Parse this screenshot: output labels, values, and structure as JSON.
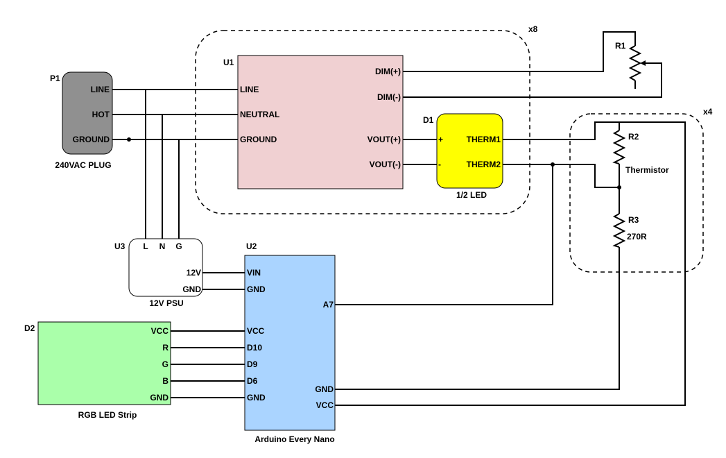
{
  "groups": {
    "group_u1": {
      "multiplier": "x8"
    },
    "group_r2": {
      "multiplier": "x4"
    }
  },
  "p1": {
    "ref": "P1",
    "pins": [
      "LINE",
      "HOT",
      "GROUND"
    ],
    "caption": "240VAC PLUG",
    "fill": "#909090"
  },
  "u1": {
    "ref": "U1",
    "left_pins": [
      "LINE",
      "NEUTRAL",
      "GROUND"
    ],
    "right_pins": [
      "DIM(+)",
      "DIM(-)",
      "VOUT(+)",
      "VOUT(-)"
    ],
    "fill": "#f0d0d2"
  },
  "d1": {
    "ref": "D1",
    "polarity": [
      "+",
      "-"
    ],
    "pins": [
      "THERM1",
      "THERM2"
    ],
    "caption": "1/2 LED",
    "fill": "#ffff00"
  },
  "r1": {
    "ref": "R1"
  },
  "r2": {
    "ref": "R2",
    "value": "Thermistor"
  },
  "r3": {
    "ref": "R3",
    "value": "270R"
  },
  "u3": {
    "ref": "U3",
    "top_pins": [
      "L",
      "N",
      "G"
    ],
    "right_pins": [
      "12V",
      "GND"
    ],
    "caption": "12V PSU",
    "fill": "#ffffff"
  },
  "u2": {
    "ref": "U2",
    "left_pins": [
      "VIN",
      "GND",
      "VCC",
      "D10",
      "D9",
      "D6",
      "GND"
    ],
    "right_pins": [
      "A7",
      "GND",
      "VCC"
    ],
    "caption": "Arduino Every Nano",
    "fill": "#aad4ff"
  },
  "d2": {
    "ref": "D2",
    "pins": [
      "VCC",
      "R",
      "G",
      "B",
      "GND"
    ],
    "caption": "RGB LED Strip",
    "fill": "#aaffaa"
  }
}
